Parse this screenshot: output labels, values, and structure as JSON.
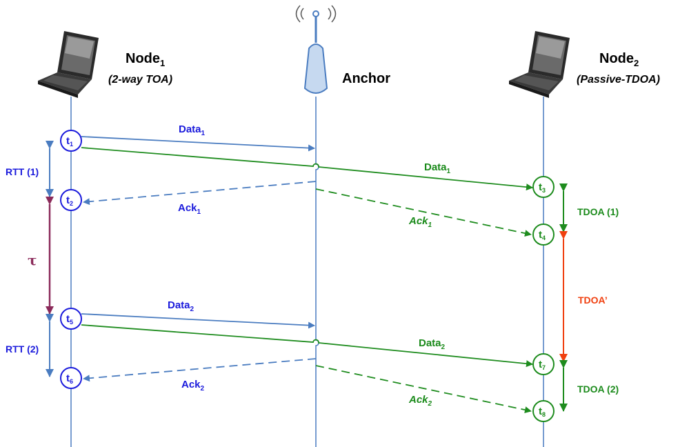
{
  "nodes": {
    "node1": {
      "title": "Node",
      "sub": "1",
      "mode": "(2-way TOA)"
    },
    "anchor": {
      "title": "Anchor"
    },
    "node2": {
      "title": "Node",
      "sub": "2",
      "mode": "(Passive-TDOA)"
    }
  },
  "timestamps": {
    "t1": {
      "base": "t",
      "sub": "1"
    },
    "t2": {
      "base": "t",
      "sub": "2"
    },
    "t3": {
      "base": "t",
      "sub": "3"
    },
    "t4": {
      "base": "t",
      "sub": "4"
    },
    "t5": {
      "base": "t",
      "sub": "5"
    },
    "t6": {
      "base": "t",
      "sub": "6"
    },
    "t7": {
      "base": "t",
      "sub": "7"
    },
    "t8": {
      "base": "t",
      "sub": "8"
    }
  },
  "messages": {
    "data1_anchor": {
      "base": "Data",
      "sub": "1"
    },
    "data1_node2": {
      "base": "Data",
      "sub": "1"
    },
    "ack1_node1": {
      "base": "Ack",
      "sub": "1"
    },
    "ack1_node2": {
      "base": "Ack",
      "sub": "1"
    },
    "data2_anchor": {
      "base": "Data",
      "sub": "2"
    },
    "data2_node2": {
      "base": "Data",
      "sub": "2"
    },
    "ack2_node1": {
      "base": "Ack",
      "sub": "2"
    },
    "ack2_node2": {
      "base": "Ack",
      "sub": "2"
    }
  },
  "intervals": {
    "rtt1": "RTT (1)",
    "rtt2": "RTT (2)",
    "tau": "τ",
    "tdoa1": "TDOA (1)",
    "tdoa_prime": "TDOA’",
    "tdoa2": "TDOA (2)"
  },
  "colors": {
    "blue": "#4a7cc0",
    "blue_text": "#1a1adc",
    "green": "#1e8c1e",
    "green_text": "#1a8a1a",
    "purple": "#8b2a5a",
    "red": "#f04010",
    "anchor_fill": "#c6d9f0",
    "antenna": "#4a7cc0"
  },
  "icons": {
    "node1": "laptop-icon",
    "node2": "laptop-icon",
    "anchor": "access-point-icon"
  }
}
